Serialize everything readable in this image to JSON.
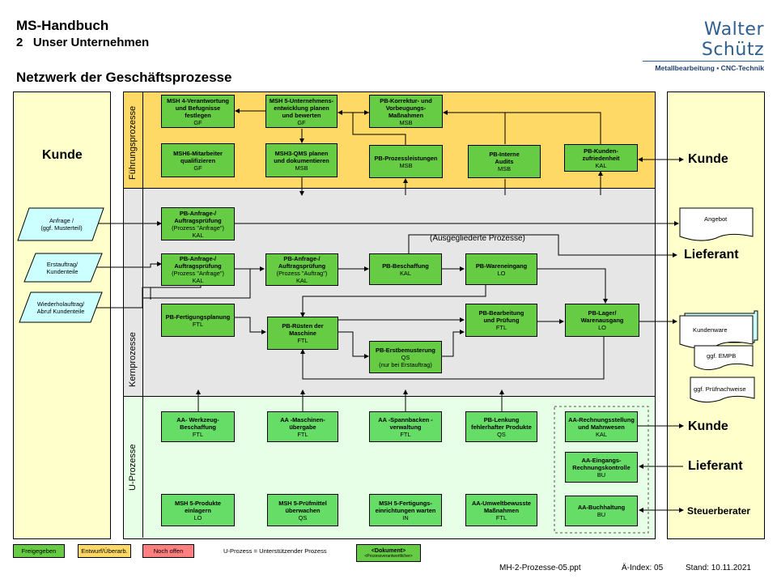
{
  "header": {
    "title": "MS-Handbuch",
    "chapter_num": "2",
    "chapter_title": "Unser Unternehmen",
    "page_title": "Netzwerk der Geschäftsprozesse",
    "logo_main": "Walter Schütz",
    "logo_sub": "Metallbearbeitung ▪ CNC-Technik"
  },
  "side_labels": {
    "kunde_left": "Kunde",
    "kunde_right_top": "Kunde",
    "lieferant_right_top": "Lieferant",
    "kunde_right_bottom": "Kunde",
    "lieferant_right_bottom": "Lieferant",
    "steuerberater": "Steuerberater"
  },
  "bands": {
    "fuehrung": "Führungsprozesse",
    "kern": "Kernprozesse",
    "unterstuetzung": "U-Prozesse"
  },
  "colors": {
    "customer_panel": "#ffffcc",
    "fuehrung_band": "#ffd966",
    "kern_band": "#e6e6e6",
    "u_band": "#e6ffe6",
    "process_green": "#66cc44",
    "support_green": "#66dd66",
    "input_cyan": "#ccffff",
    "legend_red": "#ff7f7f"
  },
  "fuehrung_processes": [
    {
      "title": "MSH 4-Verantwortung\nund Befugnisse\nfestlegen",
      "owner": "GF"
    },
    {
      "title": "MSH 5-Unternehmens-\nentwicklung planen\nund bewerten",
      "owner": "GF"
    },
    {
      "title": "PB-Korrektur- und\nVorbeugungs-\nMaßnahmen",
      "owner": "MSB"
    },
    {
      "title": "MSH6-Mitarbeiter\nqualifizieren",
      "owner": "GF"
    },
    {
      "title": "MSH3-QMS planen\nund dokumentieren",
      "owner": "MSB"
    },
    {
      "title": "PB-Prozessleistungen",
      "owner": "MSB"
    },
    {
      "title": "PB-Interne\nAudits",
      "owner": "MSB"
    },
    {
      "title": "PB-Kunden-\nzufriedenheit",
      "owner": "KAL"
    }
  ],
  "kern_processes": [
    {
      "title": "PB-Anfrage-/\nAuftragsprüfung",
      "sub": "(Prozess \"Anfrage\")",
      "owner": "KAL"
    },
    {
      "title": "PB-Anfrage-/\nAuftragsprüfung",
      "sub": "(Prozess \"Anfrage\")",
      "owner": "KAL"
    },
    {
      "title": "PB-Anfrage-/\nAuftragsprüfung",
      "sub": "(Prozess \"Auftrag\")",
      "owner": "KAL"
    },
    {
      "title": "PB-Beschaffung",
      "sub": "",
      "owner": "KAL"
    },
    {
      "title": "PB-Wareneingang",
      "sub": "",
      "owner": "LO"
    },
    {
      "title": "PB-Fertigungsplanung",
      "sub": "",
      "owner": "FTL"
    },
    {
      "title": "PB-Rüsten der\nMaschine",
      "sub": "",
      "owner": "FTL"
    },
    {
      "title": "PB-Erstbemusterung",
      "sub": "(nur bei Erstauftrag)",
      "owner": "QS"
    },
    {
      "title": "PB-Bearbeitung\nund Prüfung",
      "sub": "",
      "owner": "FTL"
    },
    {
      "title": "PB-Lager/\nWarenausgang",
      "sub": "",
      "owner": "LO"
    }
  ],
  "ausgegliedert": "(Ausgegliederte Prozesse)",
  "u_processes": [
    {
      "title": "AA- Werkzeug-\nBeschaffung",
      "owner": "FTL"
    },
    {
      "title": "AA -Maschinen-\nübergabe",
      "owner": "FTL"
    },
    {
      "title": "AA -Spannbacken -\nverwaltung",
      "owner": "FTL"
    },
    {
      "title": "PB-Lenkung\nfehlerhafter Produkte",
      "owner": "QS"
    },
    {
      "title": "AA-Rechnungsstellung\nund Mahnwesen",
      "owner": "KAL"
    },
    {
      "title": "AA-Eingangs-\nRechnungskontrolle",
      "owner": "BU"
    },
    {
      "title": "MSH 5-Produkte\neinlagern",
      "owner": "LO"
    },
    {
      "title": "MSH 5-Prüfmittel\nüberwachen",
      "owner": "QS"
    },
    {
      "title": "MSH 5-Fertigungs-\neinrichtungen warten",
      "owner": "IN"
    },
    {
      "title": "AA-Umweltbewusste\nMaßnahmen",
      "owner": "FTL"
    },
    {
      "title": "AA-Buchhaltung",
      "owner": "BU"
    }
  ],
  "inputs": [
    "Anfrage /\n(ggf. Musterteil)",
    "Erstauftrag/\nKundenteile",
    "Wiederholauftrag/\nAbruf Kundenteile"
  ],
  "outputs": {
    "angebot": "Angebot",
    "kundenware": "Kundenware",
    "empb": "ggf. EMPB",
    "pruefnachweise": "ggf. Prüfnachweise"
  },
  "legend": {
    "freigegeben": "Freigegeben",
    "entwurf": "Entwurf/Überarb.",
    "noch_offen": "Noch offen",
    "u_prozess": "U-Prozess = Unterstützender Prozess",
    "dokument": "<Dokument>",
    "dokument_sub": "<Prozessverantwortlicher>"
  },
  "footer": {
    "file": "MH-2-Prozesse-05.ppt",
    "index": "Ä-Index: 05",
    "stand": "Stand: 10.11.2021"
  }
}
